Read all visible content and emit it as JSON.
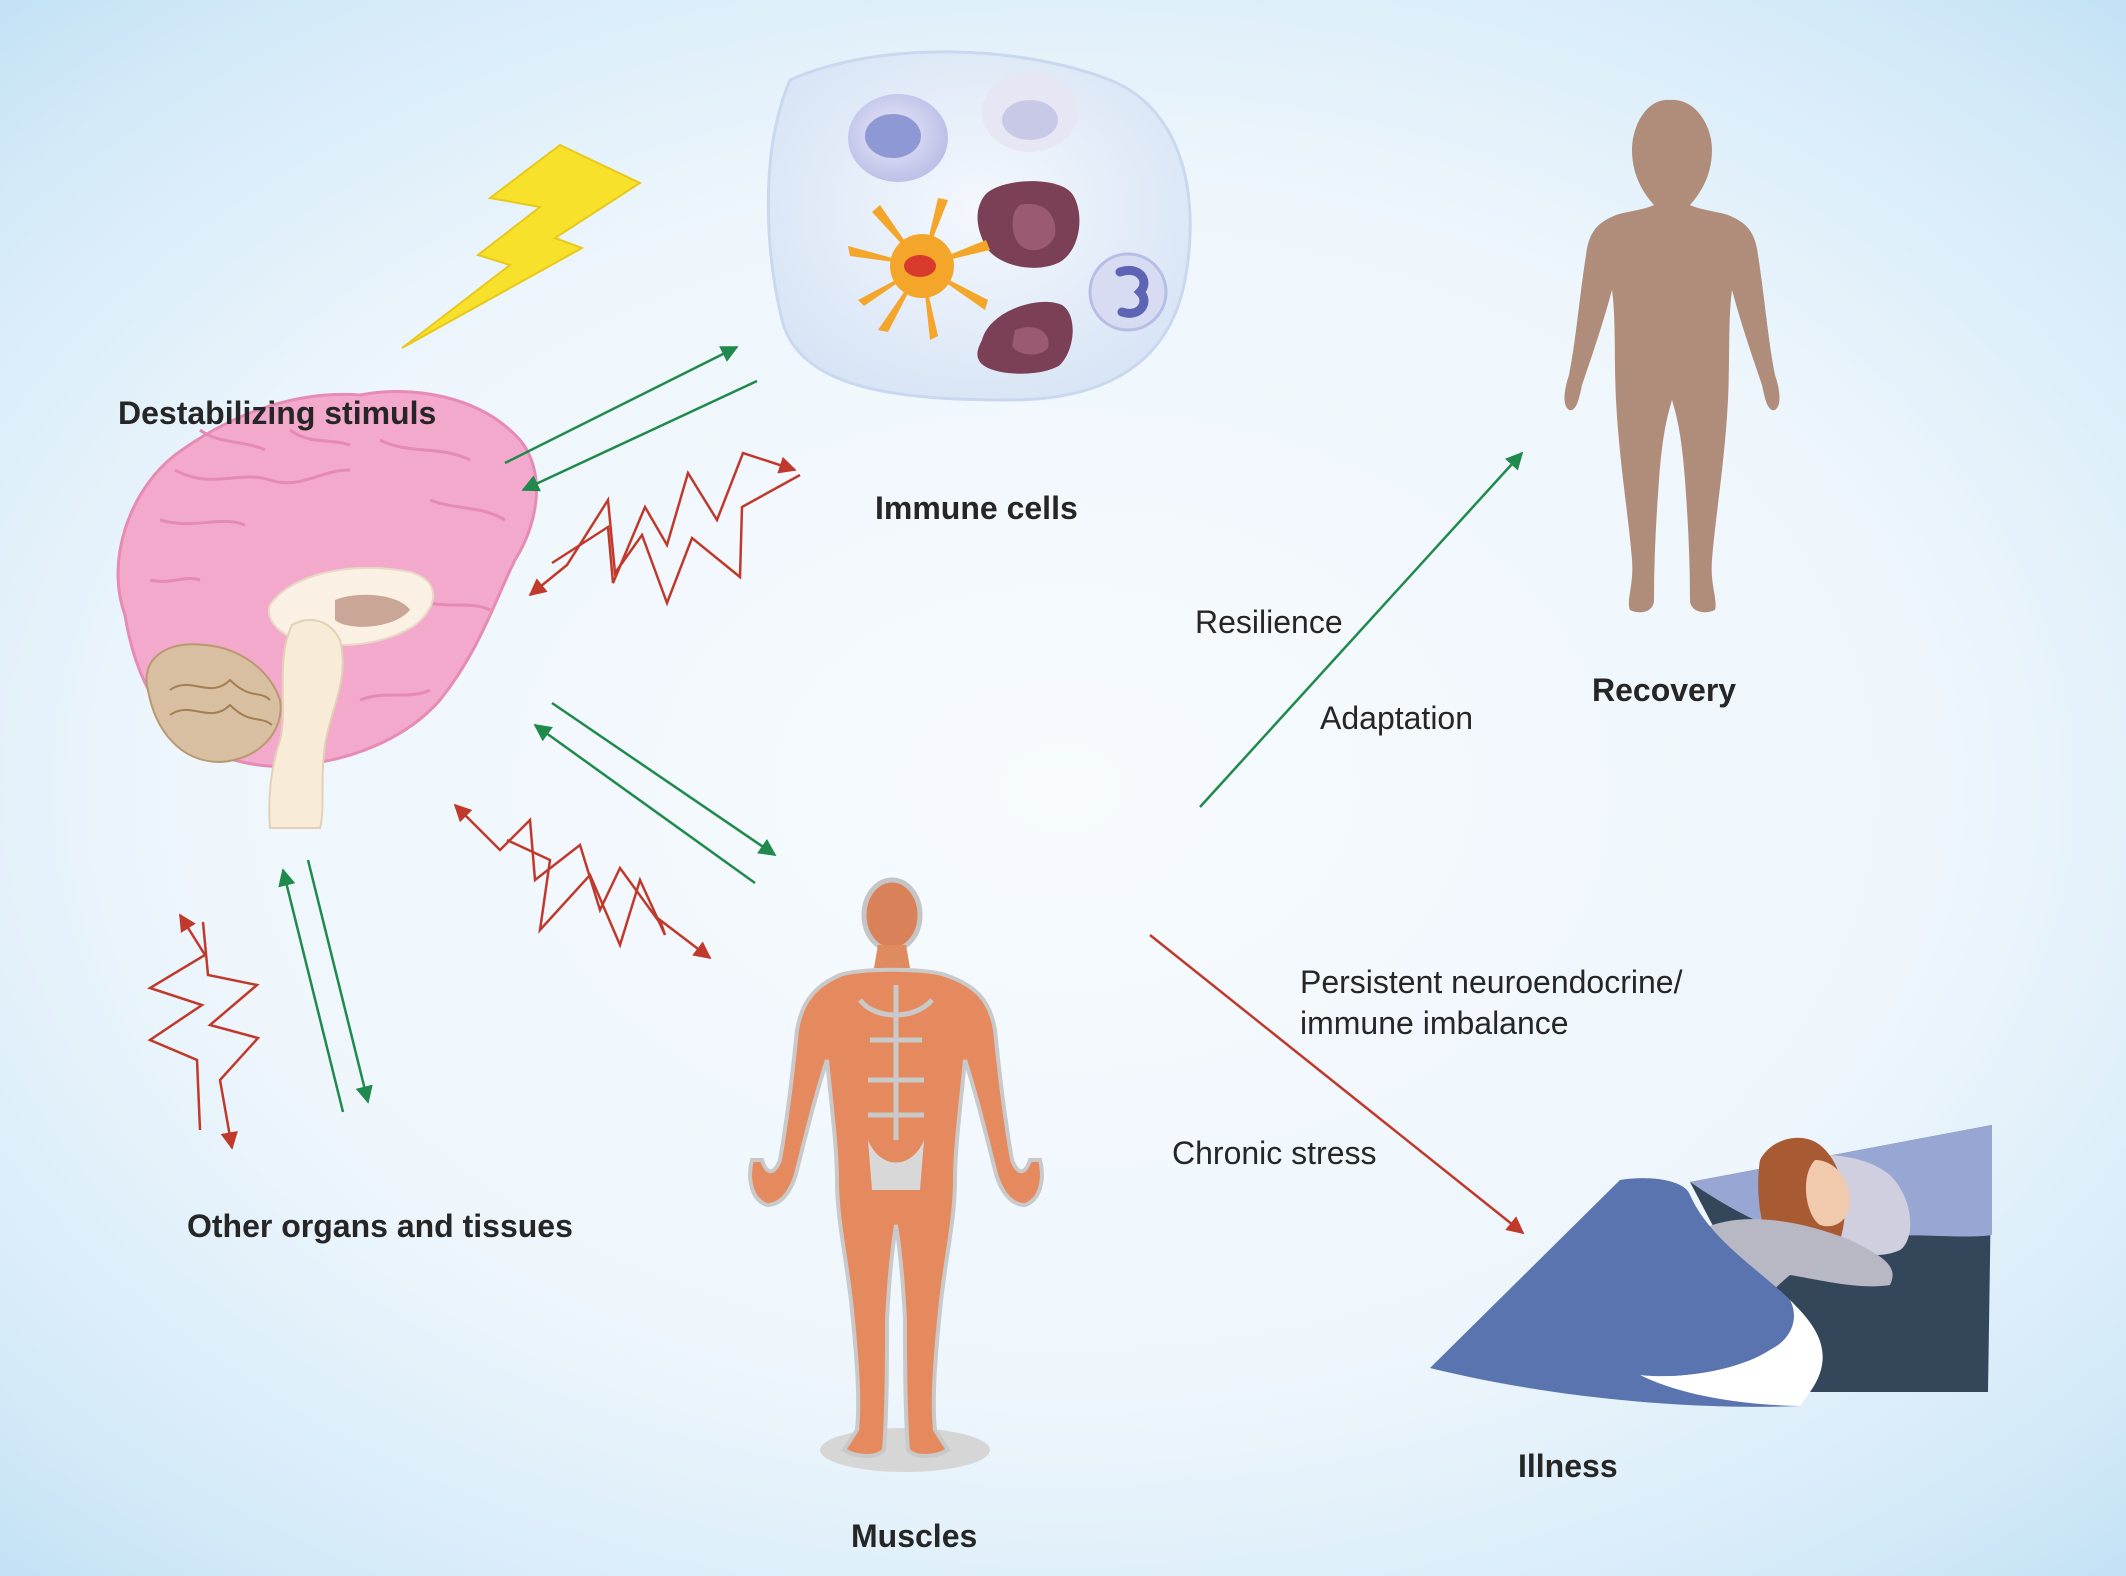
{
  "labels": {
    "destabilizing": "Destabilizing stimuls",
    "immune_cells": "Immune cells",
    "other_organs": "Other organs and tissues",
    "muscles": "Muscles",
    "recovery": "Recovery",
    "illness": "Illness",
    "resilience": "Resilience",
    "adaptation": "Adaptation",
    "persistent_line1": "Persistent neuroendocrine/",
    "persistent_line2": "immune imbalance",
    "chronic_stress": "Chronic stress"
  },
  "colors": {
    "green_arrow": "#1f8a4c",
    "red_arrow": "#c0392b",
    "lightning": "#f7e12a",
    "brain": "#f3a9cc",
    "silhouette": "#b08d7a",
    "muscle": "#e58a5e",
    "blanket": "#5a74b0"
  },
  "icons": [
    "lightning-bolt-icon",
    "brain-icon",
    "immune-cells-icon",
    "human-silhouette-icon",
    "muscle-figure-icon",
    "sleeping-person-icon"
  ]
}
